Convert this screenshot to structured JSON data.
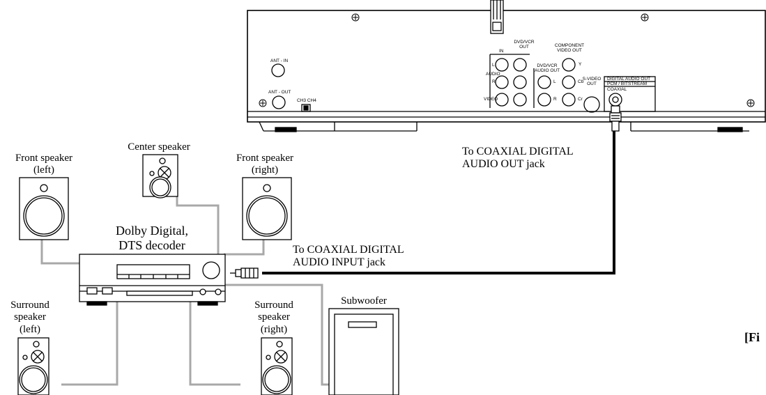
{
  "player_panel": {
    "ant_in": "ANT - IN",
    "ant_out": "ANT - OUT",
    "ch34": "CH3 CH4",
    "in_label": "IN",
    "dvd_vcr_out": "DVD/VCR OUT",
    "audio": "AUDIO",
    "l": "L",
    "r": "R",
    "video": "VIDEO",
    "dvd_vcr_audio_out": "DVD/VCR AUDIO OUT",
    "component_video_out": "COMPONENT VIDEO OUT",
    "y": "Y",
    "cb": "Cb",
    "cr": "Cr",
    "s_video_out": "S-VIDEO OUT",
    "digital_audio_out": "DIGITAL AUDIO OUT",
    "pcm_bitstream": "PCM / BITSTREAM",
    "coaxial": "COAXIAL"
  },
  "labels": {
    "front_left": "Front speaker\n(left)",
    "center": "Center speaker",
    "front_right": "Front speaker\n(right)",
    "decoder": "Dolby Digital,\nDTS  decoder",
    "surround_left": "Surround\nspeaker\n(left)",
    "surround_right": "Surround\nspeaker\n(right)",
    "subwoofer": "Subwoofer",
    "to_out": "To COAXIAL DIGITAL\nAUDIO OUT jack",
    "to_in": "To COAXIAL DIGITAL\nAUDIO INPUT jack",
    "figure_tag": "[Fi"
  }
}
